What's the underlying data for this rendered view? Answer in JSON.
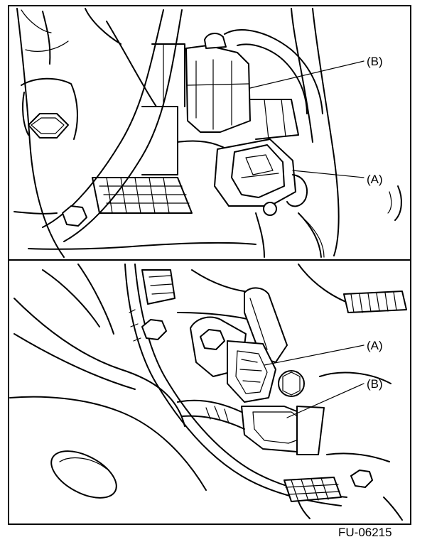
{
  "figure": {
    "code": "FU-06215",
    "top_panel": {
      "label_b": "(B)",
      "label_a": "(A)"
    },
    "bottom_panel": {
      "label_a": "(A)",
      "label_b": "(B)"
    }
  }
}
